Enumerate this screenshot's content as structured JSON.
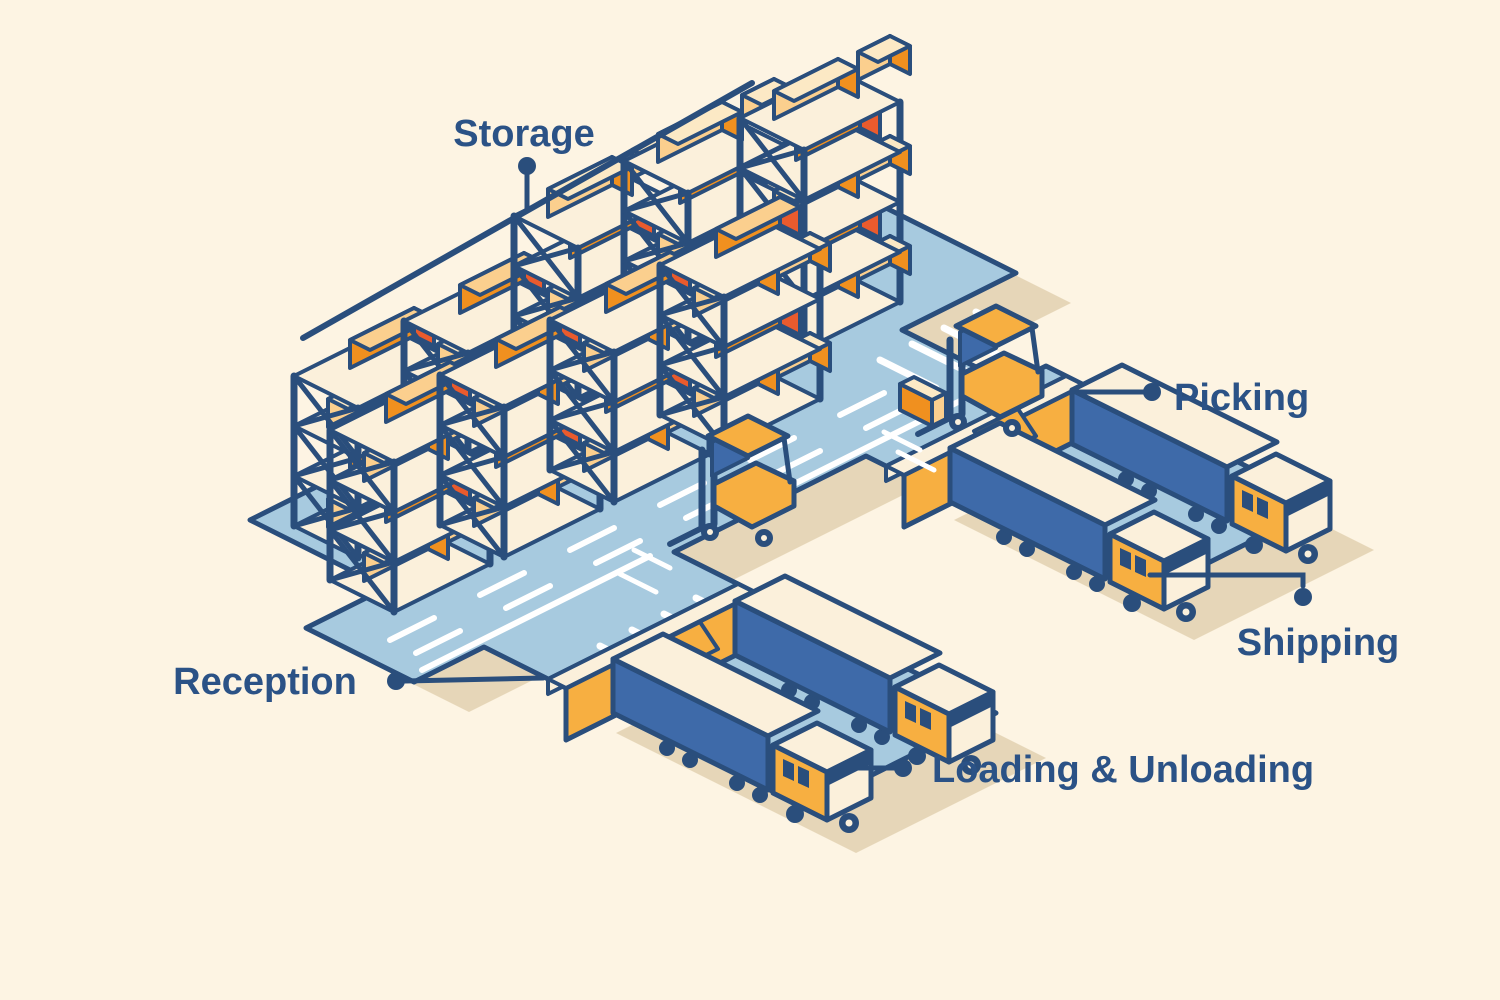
{
  "diagram": {
    "subject": "warehouse-logistics-flow",
    "labels": {
      "storage": "Storage",
      "picking": "Picking",
      "shipping": "Shipping",
      "reception": "Reception",
      "loading_unloading": "Loading & Unloading"
    },
    "colors": {
      "background": "#FDF4E3",
      "outline_navy": "#2A4E7C",
      "label_text": "#2B5286",
      "floor_blue": "#A7CADF",
      "accent_blue": "#3E6AA9",
      "cream": "#FBF0DB",
      "box_top": "#FCE9C5",
      "light_orange": "#FBCF8E",
      "orange": "#F0901F",
      "red_orange": "#EA5B2D",
      "yellow": "#F7AF41",
      "shadow_tan": "#E6D6B8",
      "road_marking": "#FFFFFF"
    }
  }
}
